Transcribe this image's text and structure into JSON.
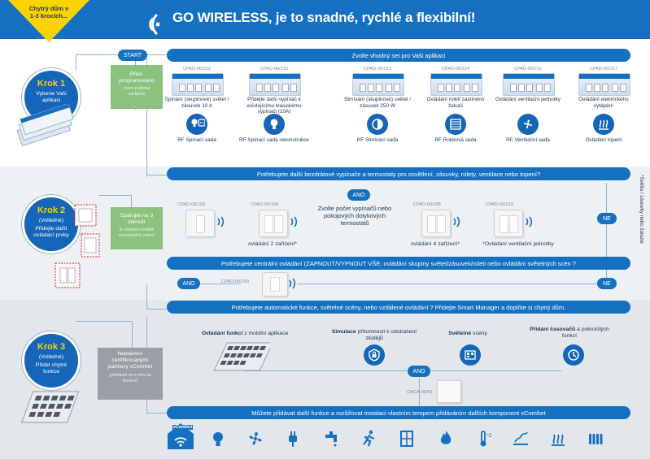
{
  "badge": {
    "text": "Chytrý dům v 1-3 krocích..."
  },
  "header": {
    "title": "GO WIRELESS, je to snadné, rychlé a flexibilní!"
  },
  "steps": [
    {
      "title": "Krok 1",
      "text": "Vyberte Vaši aplikaci"
    },
    {
      "title": "Krok 2",
      "sub": "(Volitelné)",
      "text": "Přidejte další ovládací prvky"
    },
    {
      "title": "Krok 3",
      "sub": "(Volitelné)",
      "text": "Přidat chytré funkce"
    }
  ],
  "start_label": "START",
  "boxes": {
    "preprog": {
      "main": "Před-programováno",
      "sub": "(není potřeba zaktiplet)"
    },
    "pair": {
      "main": "Spárujte na 3 kliknutí",
      "sub": "(k dispozici krátké instruktážní video)"
    },
    "cert": {
      "main": "Nastavení certifikovanými partnery xComfort",
      "sub": "(přihlaste se k nim na školení)"
    }
  },
  "bars": {
    "select_set": "Zvolte vhodný set pro Vaši aplikaci",
    "need_more": "Potřebujete další bezdrátové vypínače a termostaty pro osvětlení, zásuvky, rolety, ventilace nebo topení?",
    "central": "Potřebujete centrální ovládání (ZAPNOUT/VYPNOUT VŠE: ovládání skupiny světel/zásuvek/roleti nebo ovládání světelných scén ?",
    "automation": "Potřebujete automatické funkce, světelné scény, nebo vzdálené ovládání ? Přidejte Smart Manager a doplňte si chytrý dům.",
    "expand": "Můžete přidávat další funkce a rozšiřovat instalaci vlastním tempem přidáváním dalších komponent xComfort"
  },
  "sets": [
    {
      "code": "CPAD-00/212",
      "desc": "Spínání (skupinové) světel / zásuvek 10 A",
      "icon": "bulb-socket-icon",
      "name": "RF Spínací sada"
    },
    {
      "code": "CPAD-00/215",
      "desc": "Přidejte další vypínač k existujícímu klasickému vypínači (10A)",
      "icon": "bulb-icon",
      "name": "RF Spínací sada rekonstrukce"
    },
    {
      "code": "CPAD-00/213",
      "desc": "Stmívání (skupinové) světel / zásuvek 250 W",
      "icon": "dimmer-icon",
      "name": "RF Stmívací sada"
    },
    {
      "code": "CPAD-00/214",
      "desc": "Ovládání rolet/ zastínění/žaluzií",
      "icon": "blinds-icon",
      "name": "RF Roletová sada"
    },
    {
      "code": "CPAD-00/216",
      "desc": "Ovládání ventilační jednotky",
      "icon": "fan-icon",
      "name": "RF Ventilační sada"
    },
    {
      "code": "CPAD-00/217",
      "desc": "Ovládání elektrického vytápění",
      "icon": "heating-icon",
      "name": "Ovládání topení"
    }
  ],
  "yes": "ANO",
  "no": "NE",
  "switches": [
    {
      "code": "CPAD-00/193",
      "caption": ""
    },
    {
      "code": "CPAD-00/194",
      "caption": "ovládání 2 zařízení*"
    },
    {
      "code": "CPAD-00/195",
      "caption": "ovládání 4 zařízení*"
    },
    {
      "code": "CPAD-00/218",
      "caption": "*Ovládání ventilační jednotky"
    }
  ],
  "choose_count": "Zvolte počet vypínačů nebo pokojových dotykových termostatů",
  "central_code": "CPAD-00/193",
  "side_note": "*Světla / zásuvky nebo žaluzie",
  "features": [
    {
      "bold": "Ovládání funkcí",
      "rest": " z mobilní aplikace"
    },
    {
      "bold": "Simulace",
      "rest": " přítomnosti k odstrašení zlodějů"
    },
    {
      "bold": "Světelné",
      "rest": " scény"
    },
    {
      "bold": "Přidání časovačů",
      "rest": " a pokročilých funkcí"
    }
  ],
  "smart_code": "CHCA-00/01",
  "brand": "xComfort",
  "bottom_icons": [
    "home-wifi-icon",
    "bulb-icon",
    "fan-icon",
    "plug-icon",
    "tap-icon",
    "motion-icon",
    "window-icon",
    "fire-icon",
    "thermometer-icon",
    "heating-floor-icon",
    "heating-icon",
    "radiator-icon"
  ],
  "colors": {
    "blue": "#1670c2",
    "yellow": "#fbd300",
    "green": "#8ac27e",
    "grey": "#9a9fa6"
  }
}
